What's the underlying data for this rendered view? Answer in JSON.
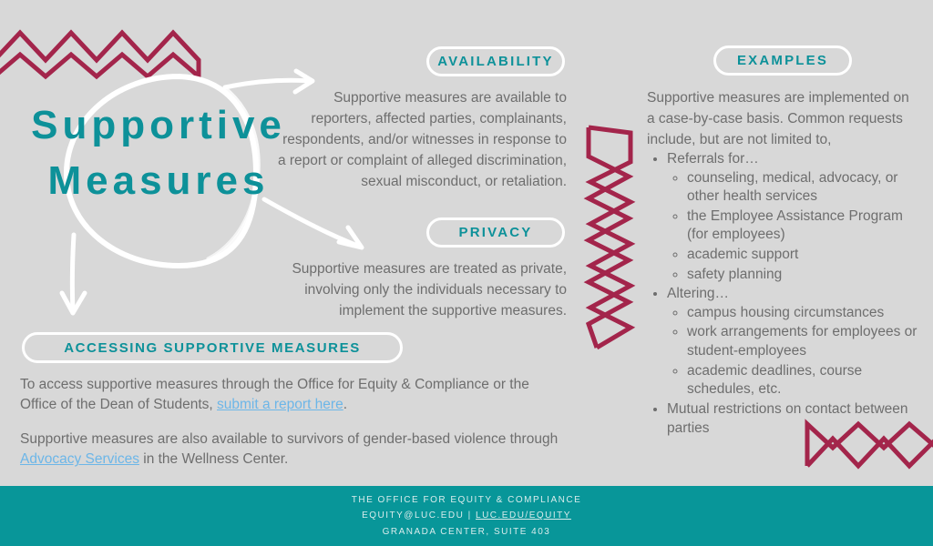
{
  "theme": {
    "background": "#d8d8d8",
    "teal": "#0d9199",
    "footer_teal": "#089699",
    "maroon": "#a3254b",
    "body_gray": "#6e6e6e",
    "link_blue": "#6cb6e8",
    "white": "#ffffff"
  },
  "title": {
    "line1": "Supportive",
    "line2": "Measures"
  },
  "sections": {
    "availability": {
      "pill_label": "AVAILABILITY",
      "body": "Supportive measures are available to reporters, affected parties, complainants, respondents, and/or witnesses in response to a report or complaint of alleged discrimination, sexual misconduct, or retaliation."
    },
    "privacy": {
      "pill_label": "PRIVACY",
      "body": "Supportive measures are treated as private, involving only the individuals necessary to implement the supportive measures."
    },
    "examples": {
      "pill_label": "EXAMPLES",
      "intro": "Supportive measures are implemented on a case-by-case basis. Common requests include, but are not limited to,",
      "items": [
        {
          "label": "Referrals for…",
          "children": [
            "counseling, medical, advocacy, or other health services",
            "the Employee Assistance Program (for employees)",
            "academic support",
            "safety planning"
          ]
        },
        {
          "label": "Altering…",
          "children": [
            "campus housing circumstances",
            "work arrangements for employees or student-employees",
            "academic deadlines, course schedules, etc."
          ]
        },
        {
          "label": "Mutual restrictions on contact between parties",
          "children": []
        }
      ]
    },
    "accessing": {
      "pill_label": "ACCESSING SUPPORTIVE MEASURES",
      "paragraph1_before": "To access supportive measures through the Office for Equity & Compliance or the Office of the Dean of Students, ",
      "paragraph1_link": "submit a report here",
      "paragraph1_after": ".",
      "paragraph2_before": "Supportive measures are also available to survivors of gender-based violence through ",
      "paragraph2_link": "Advocacy Services",
      "paragraph2_after": " in the Wellness Center."
    }
  },
  "footer": {
    "line1": "THE OFFICE FOR EQUITY & COMPLIANCE",
    "line2_before": "EQUITY@LUC.EDU | ",
    "line2_link": "LUC.EDU/EQUITY",
    "line3": "GRANADA CENTER, SUITE 403"
  },
  "decorations": {
    "zigzag_top_left": "maroon-zigzag-horizontal",
    "zigzag_middle": "maroon-zigzag-vertical",
    "zigzag_bottom_right": "maroon-zigzag-horizontal",
    "circle": "white-hand-drawn-circle",
    "arrow_to_availability": "white-arrow-right",
    "arrow_to_privacy": "white-arrow-down-right",
    "arrow_to_accessing": "white-arrow-down"
  }
}
